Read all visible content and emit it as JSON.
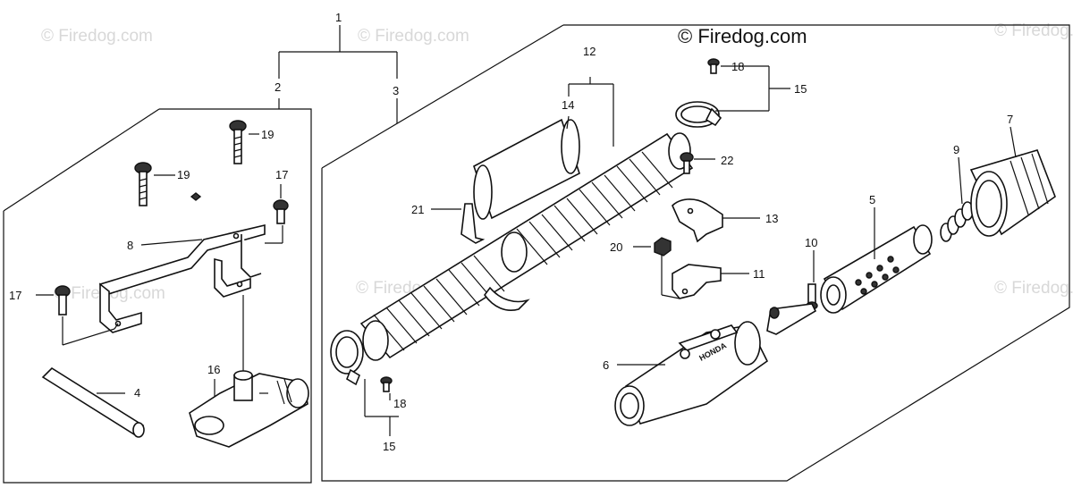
{
  "watermarks": {
    "faint": "© Firedog.com",
    "main": "© Firedog.com"
  },
  "callouts": {
    "c1": "1",
    "c2": "2",
    "c3": "3",
    "c4": "4",
    "c5": "5",
    "c6": "6",
    "c7": "7",
    "c8": "8",
    "c9": "9",
    "c10": "10",
    "c11": "11",
    "c12": "12",
    "c13": "13",
    "c14": "14",
    "c15a": "15",
    "c15b": "15",
    "c16": "16",
    "c17a": "17",
    "c17b": "17",
    "c18a": "18",
    "c18b": "18",
    "c19a": "19",
    "c19b": "19",
    "c20": "20",
    "c21": "21",
    "c22": "22"
  },
  "embossed_text": {
    "honda": "HONDA"
  }
}
